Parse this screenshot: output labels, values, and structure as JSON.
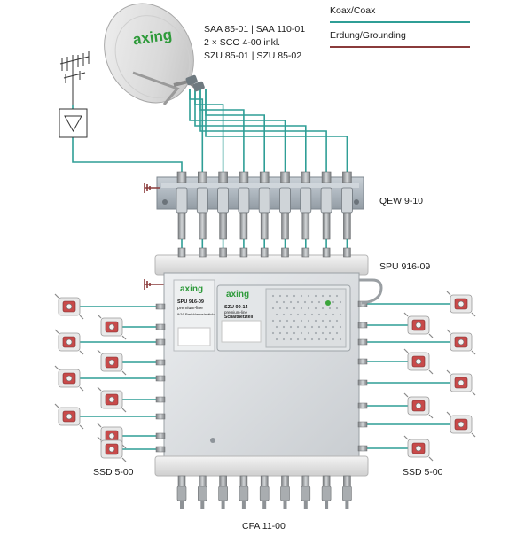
{
  "legend": {
    "coax_label": "Koax/Coax",
    "ground_label": "Erdung/Grounding",
    "coax_color": "#2f9e96",
    "ground_color": "#8a3b3b"
  },
  "dish": {
    "brand": "axing",
    "models_line1": "SAA 85-01 | SAA 110-01",
    "models_line2": "2 × SCO 4-00 inkl.",
    "models_line3": "SZU 85-01 | SZU 85-02"
  },
  "components": {
    "qew_label": "QEW 9-10",
    "spu_label": "SPU 916-09",
    "ssd_left_label": "SSD 5-00",
    "ssd_right_label": "SSD 5-00",
    "cfa_label": "CFA 11-00"
  },
  "multiswitch": {
    "brand": "axing",
    "model": "SPU 916-09",
    "subtitle1": "premium-line",
    "subtitle2": "9/16 Preisklasse/switch",
    "psu_brand": "axing",
    "psu_model": "SZU 99-14",
    "psu_sub1": "premium-line",
    "psu_sub2": "Schaltnetzteil"
  },
  "icons": {
    "antenna": "terrestrial-antenna-icon",
    "amplifier": "amplifier-triangle-icon",
    "ground": "ground-symbol-icon",
    "outlet": "antenna-wall-outlet-icon",
    "terminator": "f-terminator-icon"
  }
}
